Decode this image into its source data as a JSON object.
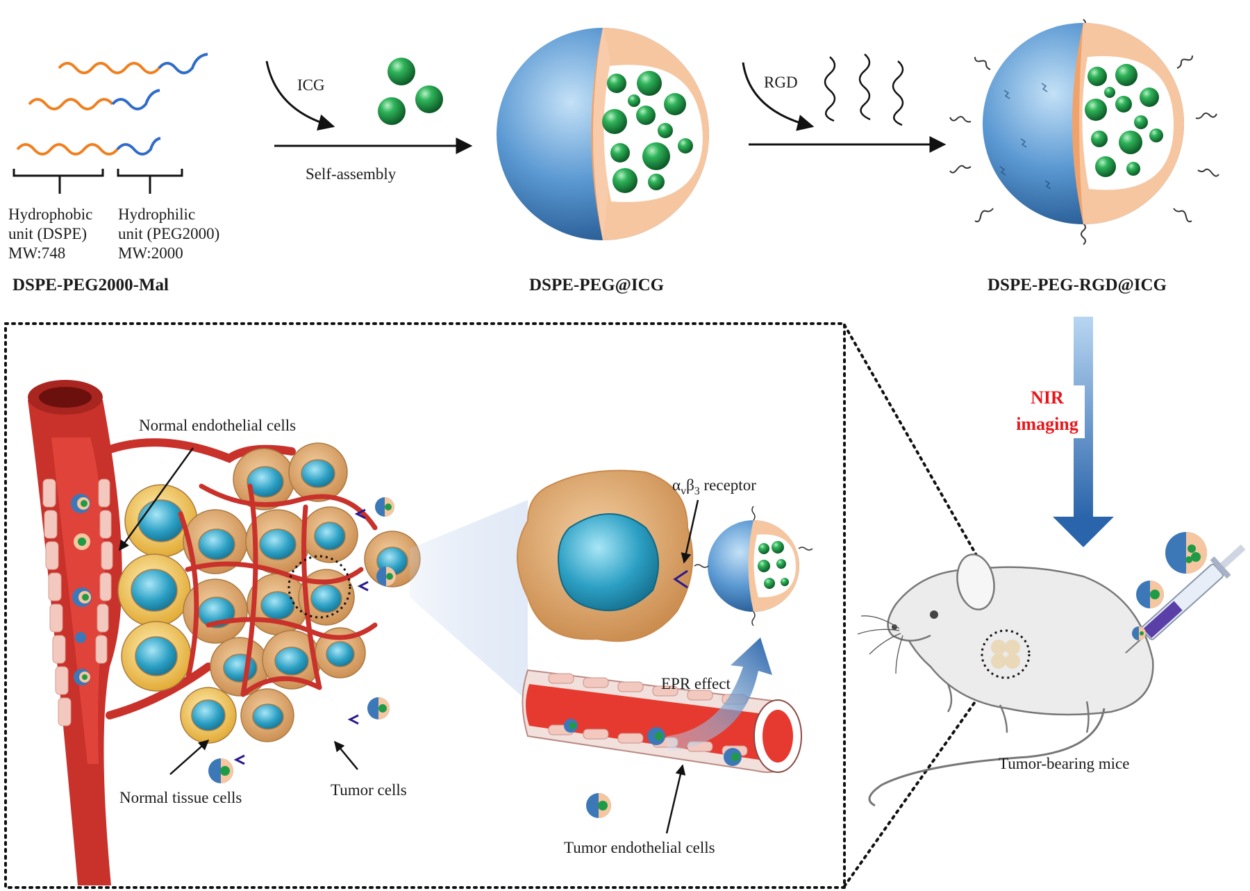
{
  "top": {
    "chain_labels": {
      "hydrophobic": [
        "Hydrophobic",
        "unit (DSPE)",
        "MW:748"
      ],
      "hydrophilic": [
        "Hydrophilic",
        "unit (PEG2000)",
        "MW:2000"
      ]
    },
    "material_name": "DSPE-PEG2000-Mal",
    "step1_reagent": "ICG",
    "step1_process": "Self-assembly",
    "product1_name": "DSPE-PEG@ICG",
    "step2_reagent": "RGD",
    "product2_name": "DSPE-PEG-RGD@ICG",
    "nir_label": [
      "NIR",
      "imaging"
    ]
  },
  "bottom": {
    "label_normal_endothelial": "Normal endothelial cells",
    "label_normal_tissue": "Normal tissue cells",
    "label_tumor_cells": "Tumor cells",
    "label_receptor_alpha": "α",
    "label_receptor_alpha_sub": "v",
    "label_receptor_beta": "β",
    "label_receptor_beta_sub": "3",
    "label_receptor_text": " receptor",
    "label_epr": "EPR effect",
    "label_tumor_endothelial": "Tumor endothelial cells",
    "label_mice": "Tumor-bearing mice"
  },
  "colors": {
    "hydrophobic_chain": "#f07f1e",
    "hydrophilic_chain": "#2f6bc9",
    "shell_blue": "#3c78b8",
    "shell_peach": "#f6c6a0",
    "shell_orange": "#f0a26a",
    "icg_green": "#1f9a47",
    "vessel_red": "#c9312b",
    "tumor_cell": "#e2ab72",
    "nucleus_blue": "#2b9fc3",
    "normal_cell": "#f2c24f",
    "nir_red": "#e8161b",
    "arrow_blue": "#2f6eb5"
  }
}
